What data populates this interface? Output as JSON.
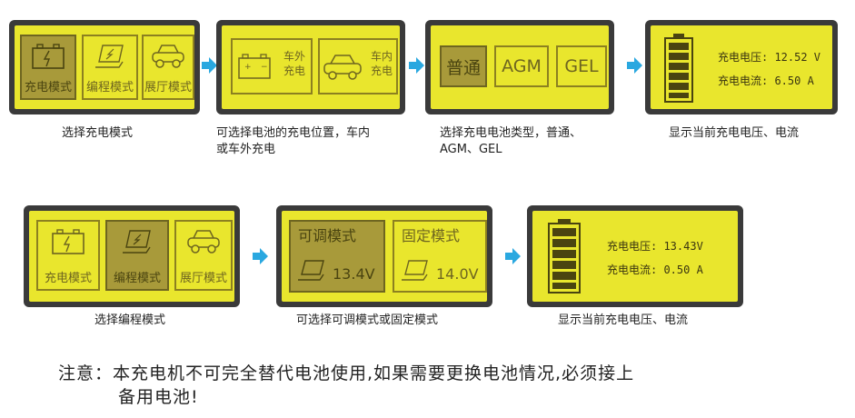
{
  "row1": {
    "panel1": {
      "tiles": [
        "充电模式",
        "编程模式",
        "展厅模式"
      ],
      "caption": "选择充电模式"
    },
    "panel2": {
      "battery_label_1": "车外",
      "battery_label_2": "充电",
      "car_label_1": "车内",
      "car_label_2": "充电",
      "caption_line1": "可选择电池的充电位置，车内",
      "caption_line2": "或车外充电"
    },
    "panel3": {
      "types": [
        "普通",
        "AGM",
        "GEL"
      ],
      "caption_line1": "选择充电电池类型，普通、",
      "caption_line2": "AGM、GEL"
    },
    "panel4": {
      "voltage": "充电电压: 12.52 V",
      "current": "充电电流: 6.50 A",
      "caption": "显示当前充电电压、电流"
    }
  },
  "row2": {
    "panel1": {
      "tiles": [
        "充电模式",
        "编程模式",
        "展厅模式"
      ],
      "caption": "选择编程模式"
    },
    "panel2": {
      "adjustable": "可调模式",
      "adjustable_value": "13.4V",
      "fixed": "固定模式",
      "fixed_value": "14.0V",
      "caption": "可选择可调模式或固定模式"
    },
    "panel3": {
      "voltage": "充电电压: 13.43V",
      "current": "充电电流: 0.50 A",
      "caption": "显示当前充电电压、电流"
    }
  },
  "note": {
    "line1": "注意：本充电机不可完全替代电池使用,如果需要更换电池情况,必须接上",
    "line2": "备用电池!"
  },
  "colors": {
    "lcd": "#e9e62d",
    "frame": "#3a3a3a",
    "arrow": "#2aa8e0",
    "selected": "#a89a3a"
  }
}
